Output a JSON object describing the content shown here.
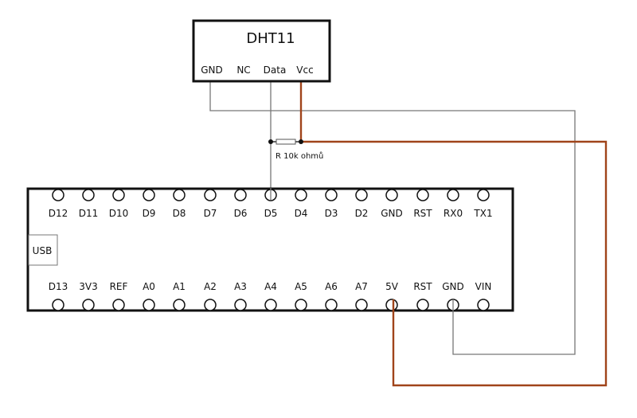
{
  "sensor": {
    "name": "DHT11",
    "pins": [
      "GND",
      "NC",
      "Data",
      "Vcc"
    ]
  },
  "resistor": {
    "label": "R 10k ohmů"
  },
  "board": {
    "usb_label": "USB",
    "top_pins": [
      "D12",
      "D11",
      "D10",
      "D9",
      "D8",
      "D7",
      "D6",
      "D5",
      "D4",
      "D3",
      "D2",
      "GND",
      "RST",
      "RX0",
      "TX1"
    ],
    "bottom_pins": [
      "D13",
      "3V3",
      "REF",
      "A0",
      "A1",
      "A2",
      "A3",
      "A4",
      "A5",
      "A6",
      "A7",
      "5V",
      "RST",
      "GND",
      "VIN"
    ]
  },
  "connections": [
    {
      "from": "DHT11.GND",
      "to": "board.GND (bottom)",
      "color": "#777777"
    },
    {
      "from": "DHT11.Data",
      "to": "board.D5",
      "color": "#777777"
    },
    {
      "from": "DHT11.Vcc",
      "to": "board.5V",
      "color": "#a0441a"
    },
    {
      "from": "DHT11.Data",
      "to": "DHT11.Vcc",
      "via": "R 10k ohmů",
      "color": "#111111"
    }
  ],
  "colors": {
    "power_wire": "#a0441a",
    "signal_wire": "#777777",
    "outline": "#111111"
  }
}
